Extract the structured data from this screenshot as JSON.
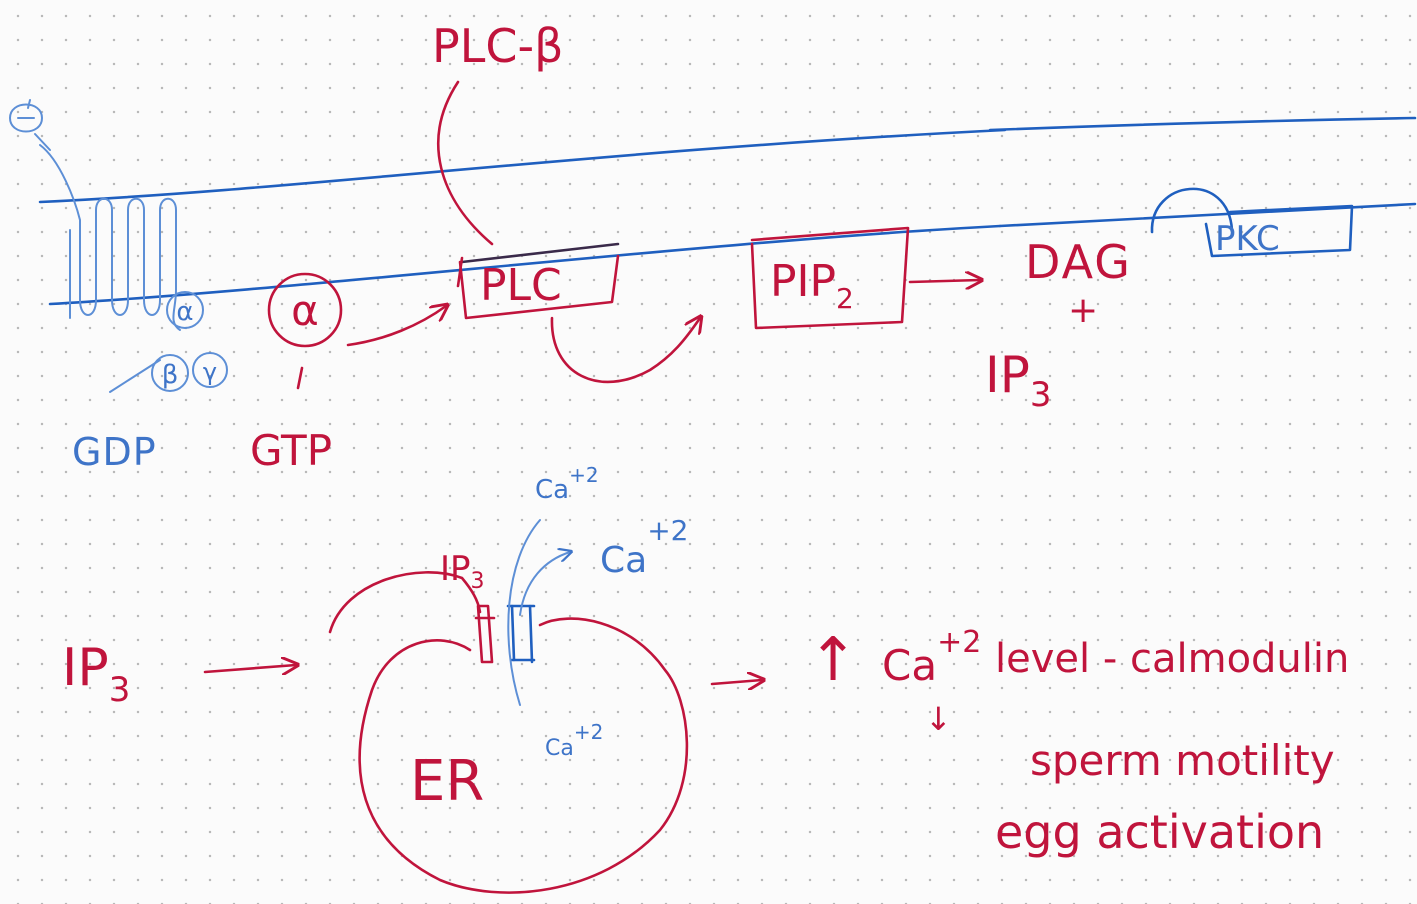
{
  "diagram": {
    "labels": {
      "plc_beta": "PLC-β",
      "plc": "PLC",
      "pip2": "PIP",
      "pip2_sub": "2",
      "dag": "DAG",
      "plus": "+",
      "ip3": "IP",
      "ip3_sub": "3",
      "pkc": "PKC",
      "alpha": "α",
      "alpha_small": "α",
      "beta": "β",
      "gamma": "γ",
      "gdp": "GDP",
      "gtp": "GTP",
      "ip3_left": "IP",
      "ip3_left_sub": "3",
      "ip3_er": "IP",
      "ip3_er_sub": "3",
      "ca": "Ca",
      "ca_sup": "+2",
      "er": "ER",
      "up_arrow": "↑",
      "ca_level": "Ca",
      "ca_level_sup": "+2",
      "level_text": "level - calmodulin",
      "down_arrow": "↓",
      "sperm": "sperm motility",
      "egg": "egg activation"
    }
  }
}
